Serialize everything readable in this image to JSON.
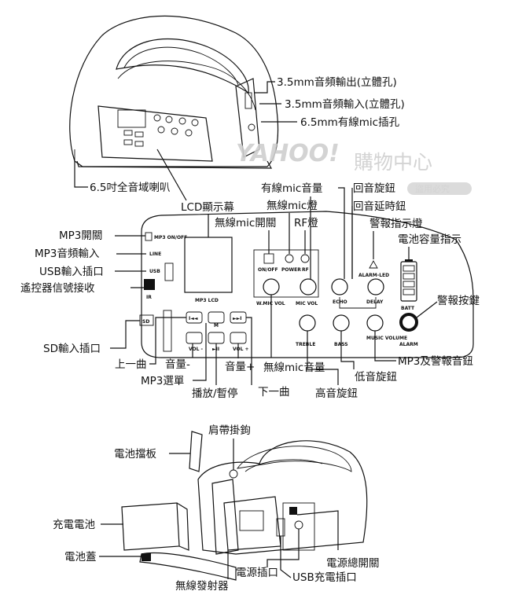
{
  "watermark": {
    "brand": "YAHOO!",
    "text": "購物中心",
    "notice": "盜用必究"
  },
  "top_callouts": {
    "audio_out": "3.5mm音頻輸出(立體孔)",
    "audio_in": "3.5mm音頻輸入(立體孔)",
    "mic_jack": "6.5mm有線mic插孔",
    "speaker": "6.5吋全音域喇叭"
  },
  "panel_callouts": {
    "lcd": "LCD顯示幕",
    "wired_mic_vol": "有線mic音量",
    "echo_knob": "回音旋鈕",
    "wireless_mic_light": "無線mic燈",
    "delay_knob": "回音延時鈕",
    "wireless_mic_switch": "無線mic開關",
    "rf_light": "RF燈",
    "alarm_light": "警報指示燈",
    "battery_indicator": "電池容量指示",
    "mp3_switch": "MP3開關",
    "mp3_input": "MP3音頻輸入",
    "usb_input": "USB輸入插口",
    "ir_receiver": "遙控器信號接收",
    "alarm_button": "警報按鍵",
    "sd_input": "SD輸入插口",
    "mp3_alarm_volume": "MP3及警報音鈕",
    "prev": "上一曲",
    "vol_down": "音量-",
    "vol_up": "音量+",
    "wireless_mic_vol": "無線mic音量",
    "bass_knob": "低音旋鈕",
    "mp3_menu": "MP3選單",
    "play_pause": "播放/暫停",
    "next": "下一曲",
    "treble_knob": "高音旋鈕"
  },
  "panel_text": {
    "mp3_onoff": "MP3 ON/OFF",
    "line": "LINE",
    "usb": "USB",
    "ir": "IR",
    "mp3_lcd": "MP3 LCD",
    "sd": "SD",
    "onoff": "ON/OFF",
    "power": "POWER",
    "rf": "RF",
    "wmic_vol": "W.MIC VOL",
    "mic_vol": "MIC VOL",
    "echo": "ECHO",
    "delay": "DELAY",
    "alarm_led": "ALARM-LED",
    "batt": "BATT",
    "alarm": "ALARM",
    "treble": "TREBLE",
    "bass": "BASS",
    "music_volume": "MUSIC VOLUME",
    "m": "M",
    "vol_minus": "VOL -",
    "vol_plus": "VOL +",
    "play_symbol": "►II",
    "prev_symbol": "I◄◄",
    "next_symbol": "►►I"
  },
  "bottom_callouts": {
    "strap_hook": "肩帶掛鉤",
    "battery_plate": "電池擋板",
    "rechargeable_battery": "充電電池",
    "battery_cover": "電池蓋",
    "main_power_switch": "電源總開關",
    "power_jack": "電源插口",
    "usb_charge": "USB充電插口",
    "wireless_transmitter": "無線發射器"
  }
}
